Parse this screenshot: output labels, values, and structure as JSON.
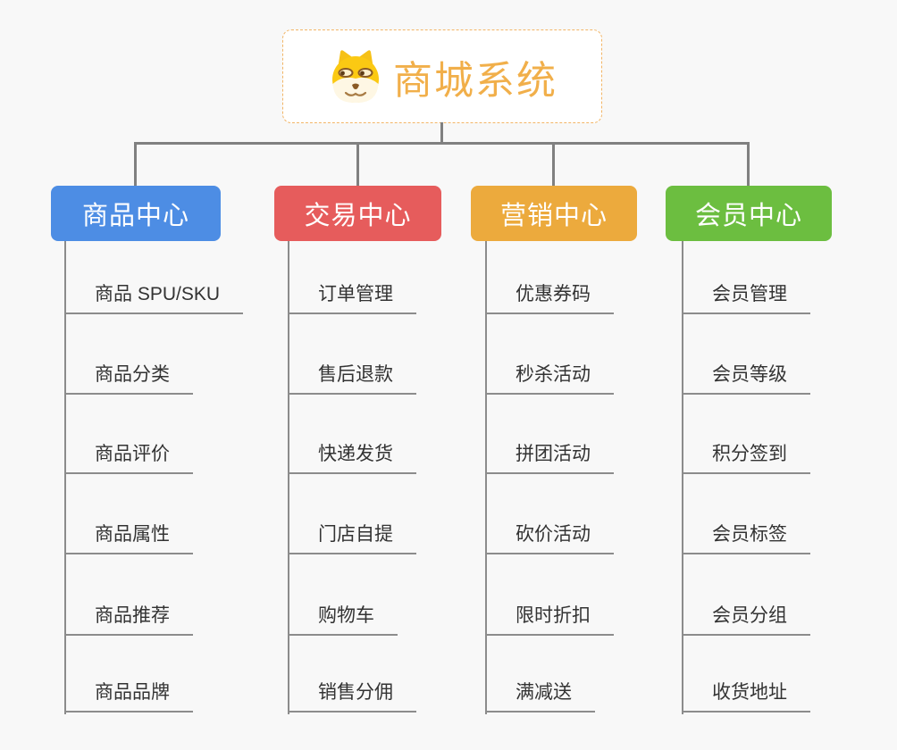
{
  "root": {
    "title": "商城系统",
    "icon": "doge-icon",
    "title_color": "#f1af4a",
    "border_color": "#f2b566"
  },
  "connector_color": "#808080",
  "leaf_line_color": "#8c8c8c",
  "branches": [
    {
      "label": "商品中心",
      "color": "#4d8de4",
      "items": [
        "商品 SPU/SKU",
        "商品分类",
        "商品评价",
        "商品属性",
        "商品推荐",
        "商品品牌"
      ]
    },
    {
      "label": "交易中心",
      "color": "#e65c5c",
      "items": [
        "订单管理",
        "售后退款",
        "快递发货",
        "门店自提",
        "购物车",
        "销售分佣"
      ]
    },
    {
      "label": "营销中心",
      "color": "#ecaa3d",
      "items": [
        "优惠券码",
        "秒杀活动",
        "拼团活动",
        "砍价活动",
        "限时折扣",
        "满减送"
      ]
    },
    {
      "label": "会员中心",
      "color": "#6cbe40",
      "items": [
        "会员管理",
        "会员等级",
        "积分签到",
        "会员标签",
        "会员分组",
        "收货地址"
      ]
    }
  ]
}
